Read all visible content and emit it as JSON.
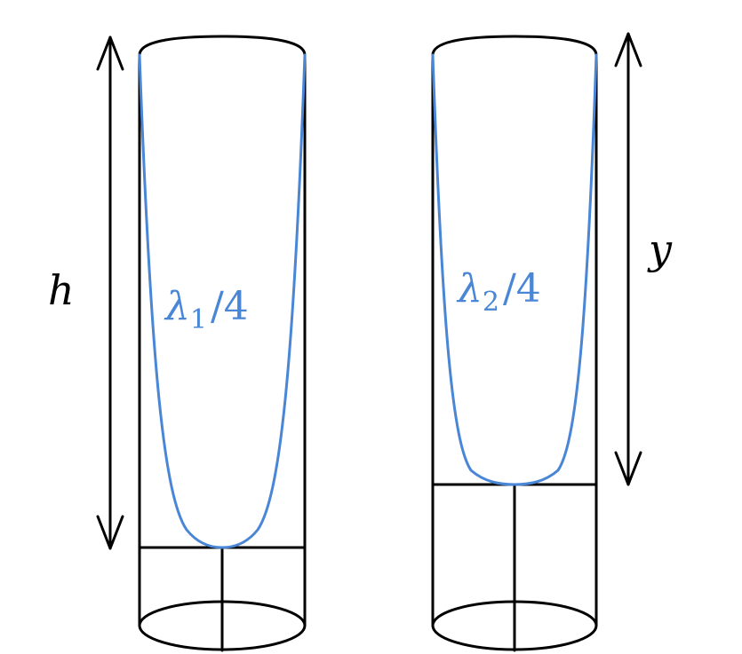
{
  "colors": {
    "wave": "#4a86d6",
    "outline": "#000000",
    "background": "#ffffff"
  },
  "tubes": [
    {
      "label": {
        "symbol": "λ",
        "subscript": "1",
        "suffix": "/4"
      }
    },
    {
      "label": {
        "symbol": "λ",
        "subscript": "2",
        "suffix": "/4"
      }
    }
  ],
  "dimensions": {
    "left_label": "h",
    "right_label": "y"
  }
}
